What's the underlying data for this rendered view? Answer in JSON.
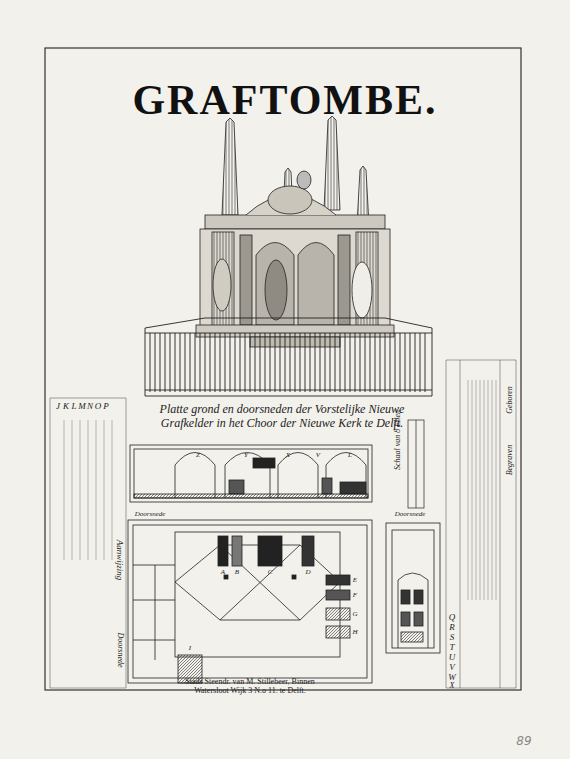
{
  "diagram": {
    "title": "GRAFTOMBE.",
    "caption": "Platte grond en doorsneden der Vorstelijke Nieuwe Grafkelder in het Choor der Nieuwe Kerk te Delft.",
    "labels": [
      "Aanwijzing",
      "J",
      "K",
      "L",
      "M",
      "N",
      "O",
      "P",
      "Doorsnede",
      "Doorsnede",
      "Doorsnede",
      "Geboren",
      "Begraven",
      "Q",
      "R",
      "S",
      "T",
      "U",
      "V",
      "W",
      "X",
      "Z",
      "Y",
      "X",
      "V",
      "L",
      "A",
      "B",
      "C",
      "D",
      "E",
      "F",
      "G",
      "H",
      "I",
      "Schaal van 8 Ellen",
      "Stads Steendr. van M. Stillebeer, Binnen Watersloot Wijk 3 N.o 11. te Delft.",
      "89"
    ]
  }
}
